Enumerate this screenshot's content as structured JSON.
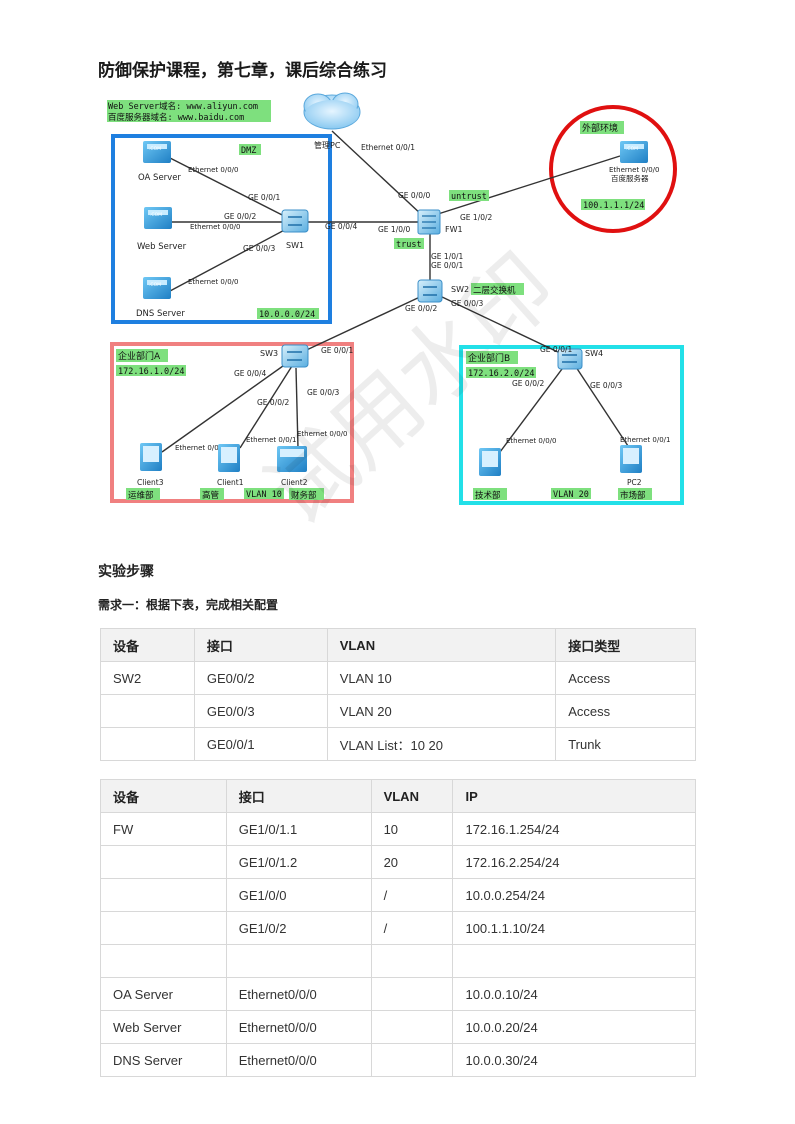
{
  "title": "防御保护课程，第七章，课后综合练习",
  "diagram": {
    "domain_note_1": "Web Server域名: www.aliyun.com",
    "domain_note_2": "百度服务器域名: www.baidu.com",
    "dmz_label": "DMZ",
    "dmz_subnet": "10.0.0.0/24",
    "cloud_label": "管理PC",
    "external_label": "外部环境",
    "external_ip": "100.1.1.1/24",
    "baidu_server_label": "百度服务器",
    "baidu_port": "Ethernet 0/0/0",
    "untrust_label": "untrust",
    "trust_label": "trust",
    "fw_label": "FW1",
    "fw_ge100": "GE 0/0/0",
    "cloud_port": "Ethernet 0/0/1",
    "fw_ge102": "GE 1/0/2",
    "fw_ge100b": "GE 1/0/0",
    "fw_ge101": "GE 1/0/1",
    "sw2_ge001": "GE 0/0/1",
    "sw1_ge004": "GE 0/0/4",
    "sw1_label": "SW1",
    "sw1_ge001": "GE 0/0/1",
    "sw1_ge002": "GE 0/0/2",
    "sw1_ge003": "GE 0/0/3",
    "oa_label": "OA Server",
    "oa_port": "Ethernet 0/0/0",
    "web_label": "Web Server",
    "web_port": "Ethernet 0/0/0",
    "dns_label": "DNS Server",
    "dns_port": "Ethernet 0/0/0",
    "sw2_label": "SW2",
    "sw2_name": "二层交换机",
    "sw2_ge002": "GE 0/0/2",
    "sw2_ge003": "GE 0/0/3",
    "deptA_label": "企业部门A",
    "deptA_subnet": "172.16.1.0/24",
    "sw3_label": "SW3",
    "sw3_ge001": "GE 0/0/1",
    "sw3_ge004": "GE 0/0/4",
    "sw3_ge002": "GE 0/0/2",
    "sw3_ge003": "GE 0/0/3",
    "client3_label": "Client3",
    "client3_port": "Ethernet 0/0/1",
    "client1_label": "Client1",
    "client1_port": "Ethernet 0/0/1",
    "client2_label": "Client2",
    "client2_port": "Ethernet 0/0/0",
    "dept_yunwei": "运维部",
    "dept_gaoguan": "高管",
    "vlan10": "VLAN 10",
    "dept_caiwu": "财务部",
    "deptB_label": "企业部门B",
    "deptB_subnet": "172.16.2.0/24",
    "sw4_label": "SW4",
    "sw4_ge001": "GE 0/0/1",
    "sw4_ge002": "GE 0/0/2",
    "sw4_ge003": "GE 0/0/3",
    "pc1_port": "Ethernet 0/0/0",
    "pc2_label": "PC2",
    "pc2_port": "Ethernet 0/0/1",
    "dept_jishu": "技术部",
    "vlan20": "VLAN 20",
    "dept_shichang": "市场部",
    "colors": {
      "dmz_border": "#1e7fe0",
      "deptA_border": "#f08080",
      "deptB_border": "#22e0e8",
      "external_border": "#e01010",
      "label_bg": "#7ee07e"
    }
  },
  "section_title": "实验步骤",
  "requirement_1": "需求一：根据下表，完成相关配置",
  "table1": {
    "headers": [
      "设备",
      "接口",
      "VLAN",
      "接口类型"
    ],
    "rows": [
      [
        "SW2",
        "GE0/0/2",
        "VLAN 10",
        "Access"
      ],
      [
        "",
        "GE0/0/3",
        "VLAN 20",
        "Access"
      ],
      [
        "",
        "GE0/0/1",
        "VLAN List：10 20",
        "Trunk"
      ]
    ]
  },
  "table2": {
    "headers": [
      "设备",
      "接口",
      "VLAN",
      "IP"
    ],
    "rows": [
      [
        "FW",
        "GE1/0/1.1",
        "10",
        "172.16.1.254/24"
      ],
      [
        "",
        "GE1/0/1.2",
        "20",
        "172.16.2.254/24"
      ],
      [
        "",
        "GE1/0/0",
        "/",
        "10.0.0.254/24"
      ],
      [
        "",
        "GE1/0/2",
        "/",
        "100.1.1.10/24"
      ],
      [
        "",
        "",
        "",
        ""
      ],
      [
        "OA Server",
        "Ethernet0/0/0",
        "",
        "10.0.0.10/24"
      ],
      [
        "Web Server",
        "Ethernet0/0/0",
        "",
        "10.0.0.20/24"
      ],
      [
        "DNS Server",
        "Ethernet0/0/0",
        "",
        "10.0.0.30/24"
      ]
    ]
  },
  "watermark": "试用水印"
}
